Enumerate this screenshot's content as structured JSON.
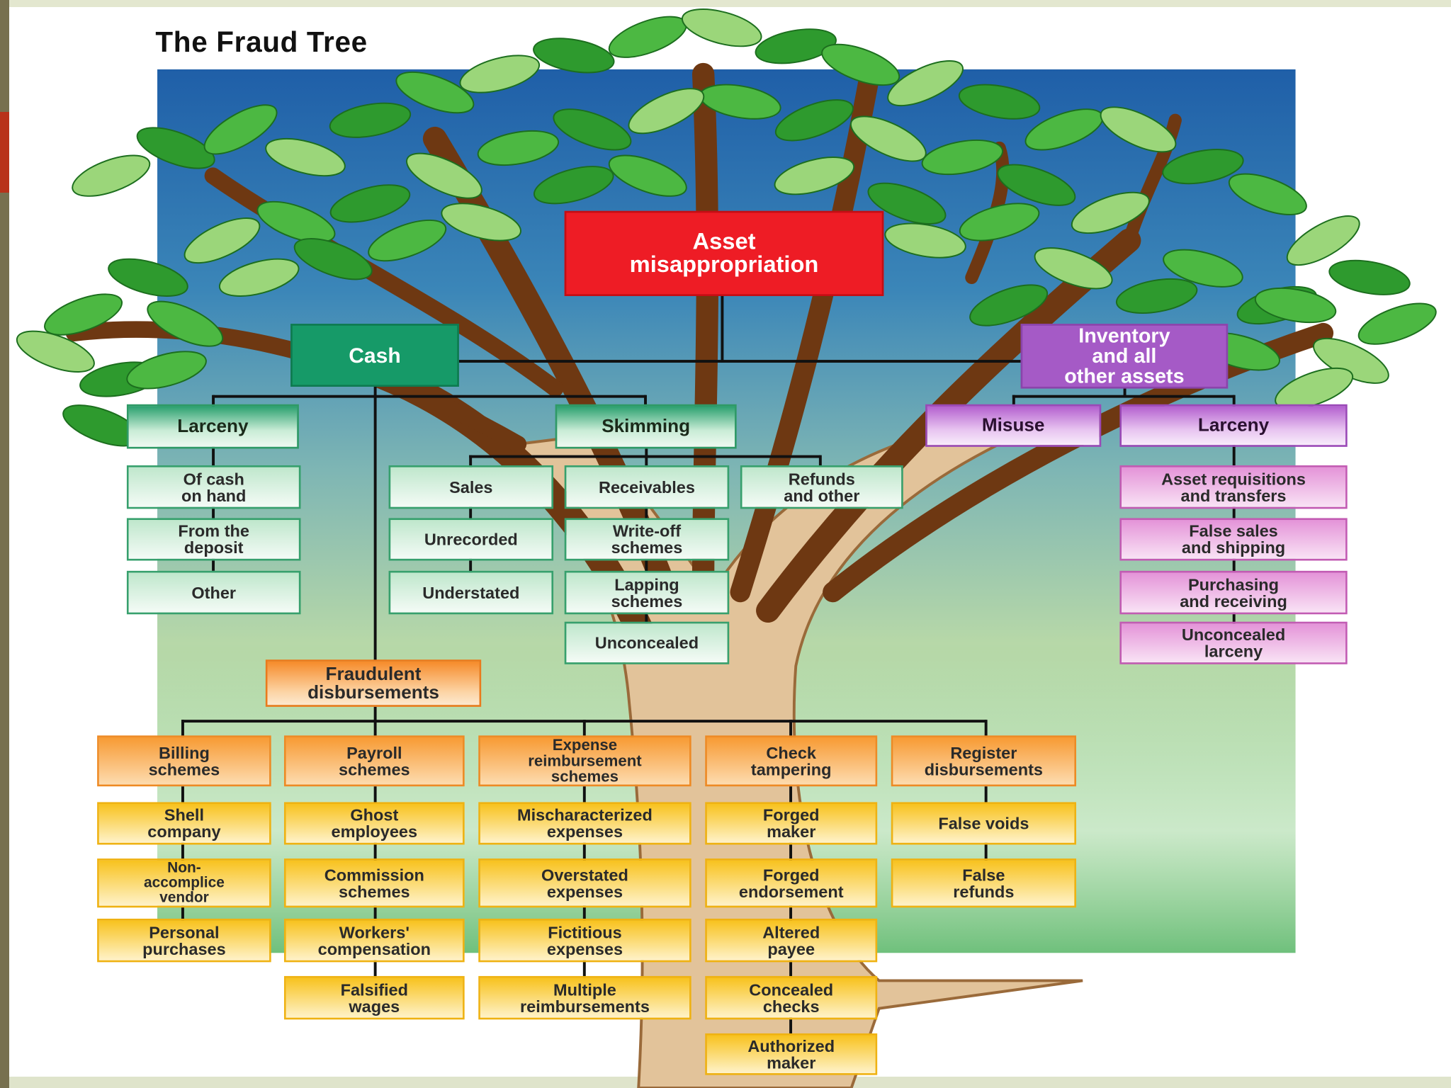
{
  "title": "The Fraud Tree",
  "colors": {
    "asset": "#ee1c25",
    "cash": "#169a68",
    "inventory": "#a55ac6",
    "disbursement": "#f68b2a",
    "sky": "#1f5fa8",
    "trunk": "#7b3f12",
    "leaf": "#3fae3a"
  },
  "root": "Asset\nmisappropriation",
  "cash": {
    "label": "Cash",
    "larceny": {
      "label": "Larceny",
      "items": [
        "Of cash\non hand",
        "From the\ndeposit",
        "Other"
      ]
    },
    "skimming": {
      "label": "Skimming",
      "sales": {
        "label": "Sales",
        "items": [
          "Unrecorded",
          "Understated"
        ]
      },
      "receivables": {
        "label": "Receivables",
        "items": [
          "Write-off\nschemes",
          "Lapping\nschemes",
          "Unconcealed"
        ]
      },
      "refunds": {
        "label": "Refunds\nand other"
      }
    },
    "fraudulent_disbursements": {
      "label": "Fraudulent\ndisbursements",
      "categories": [
        {
          "label": "Billing\nschemes",
          "items": [
            "Shell\ncompany",
            "Non-\naccomplice\nvendor",
            "Personal\npurchases"
          ]
        },
        {
          "label": "Payroll\nschemes",
          "items": [
            "Ghost\nemployees",
            "Commission\nschemes",
            "Workers'\ncompensation",
            "Falsified\nwages"
          ]
        },
        {
          "label": "Expense\nreimbursement\nschemes",
          "items": [
            "Mischaracterized\nexpenses",
            "Overstated\nexpenses",
            "Fictitious\nexpenses",
            "Multiple\nreimbursements"
          ]
        },
        {
          "label": "Check\ntampering",
          "items": [
            "Forged\nmaker",
            "Forged\nendorsement",
            "Altered\npayee",
            "Concealed\nchecks",
            "Authorized\nmaker"
          ]
        },
        {
          "label": "Register\ndisbursements",
          "items": [
            "False voids",
            "False\nrefunds"
          ]
        }
      ]
    }
  },
  "inventory": {
    "label": "Inventory\nand all\nother assets",
    "misuse": {
      "label": "Misuse"
    },
    "larceny": {
      "label": "Larceny",
      "items": [
        "Asset requisitions\nand transfers",
        "False sales\nand shipping",
        "Purchasing\nand receiving",
        "Unconcealed\nlarceny"
      ]
    }
  }
}
